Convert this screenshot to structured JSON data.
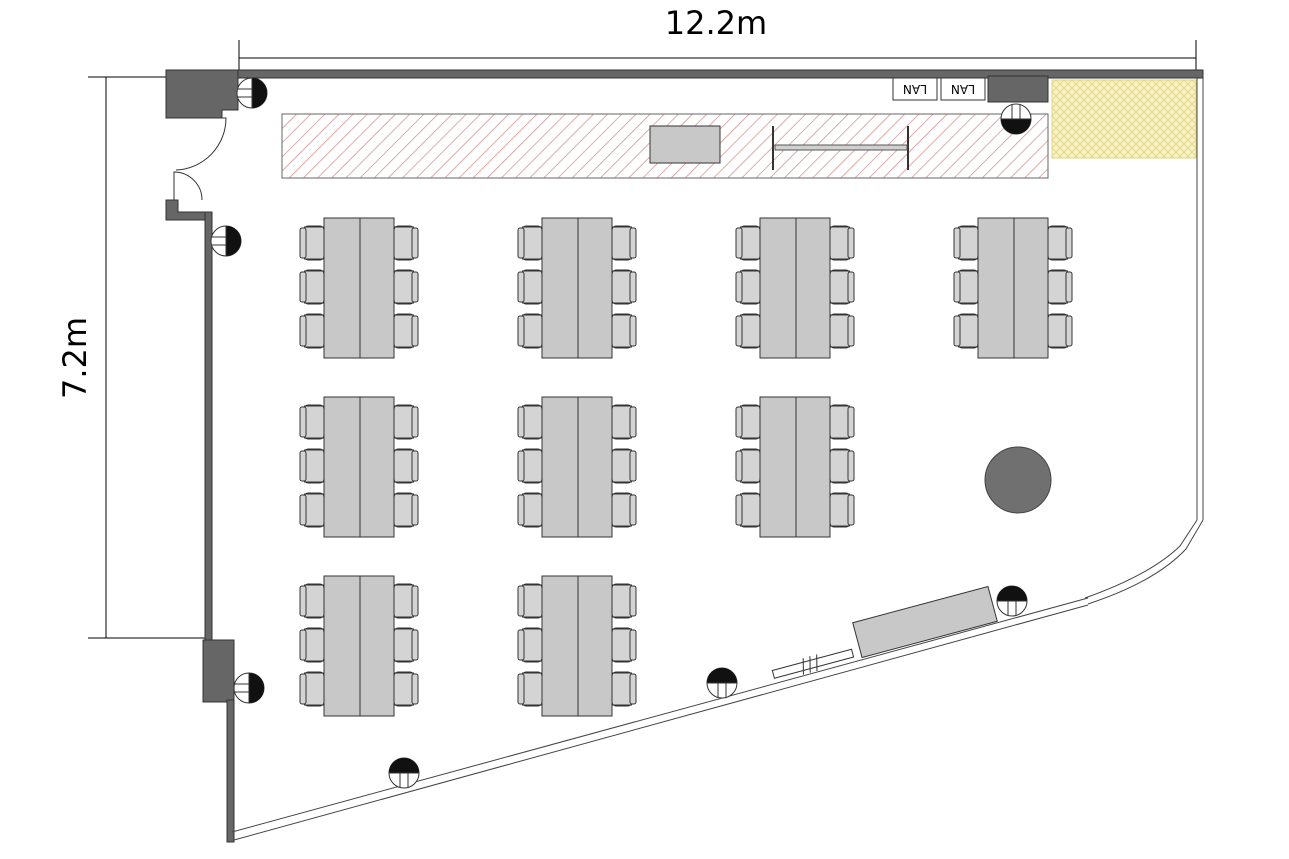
{
  "dimensions": {
    "width_label": "12.2m",
    "height_label": "7.2m"
  },
  "lan_ports": [
    "LAN",
    "LAN"
  ],
  "colors": {
    "wall": "#666666",
    "table": "#c8c8c8",
    "chair": "#d4d4d4",
    "hatch_stage": "#d9a0a0",
    "yellow_zone": "#f5efb0",
    "pillar": "#707070"
  },
  "seating": {
    "table_groups": 9,
    "chairs_per_group": 6
  }
}
